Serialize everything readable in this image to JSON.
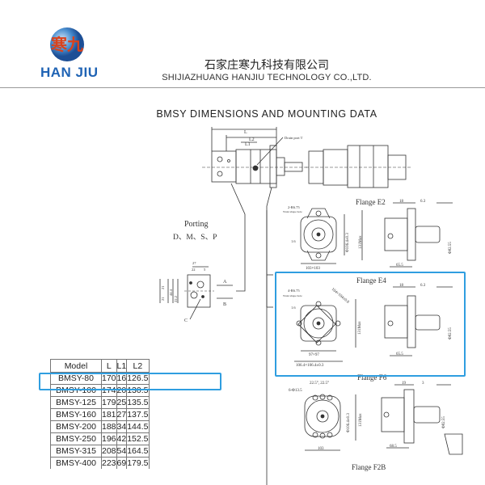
{
  "header": {
    "logo_text": "HAN JIU",
    "logo_glyph": "寒九",
    "company_cn": "石家庄寒九科技有限公司",
    "company_en": "SHIJIAZHUANG HANJIU TECHNOLOGY CO.,LTD."
  },
  "doc_title": "BMSY  DIMENSIONS AND MOUNTING DATA",
  "drawing": {
    "dim_L": "L",
    "dim_L2": "L2",
    "dim_L1": "L1",
    "drain_port": "Drain port T",
    "porting_title": "Porting",
    "porting_types": "D、M、S、P",
    "port_a": "A",
    "port_b": "B",
    "port_c": "C",
    "port_dims": [
      "27",
      "22",
      "5",
      "21",
      "21",
      "44.4",
      "22.2"
    ]
  },
  "flanges": {
    "e2": {
      "title": "Flange  E2",
      "hole": "2-R6.75",
      "hole_note": "Waist shape hole",
      "dim_16": "1.6",
      "dia": "Φ106.4±0.3",
      "max": "131Max",
      "square": "103×103",
      "d18": "18",
      "d63": "6.3",
      "shaft": "Φ82.55",
      "d655": "65.5"
    },
    "e4": {
      "title": "Flange  E4",
      "hole": "4-R6.75",
      "hole_note": "Waist shape hole",
      "dim_16": "1.6",
      "diag": "104×104±0.8",
      "max": "131Max",
      "square": "97×97",
      "bolt": "106.4×106.4±0.3",
      "d18": "18",
      "d63": "6.3",
      "shaft": "Φ82.55",
      "d655": "65.5"
    },
    "f6": {
      "title": "Flange  F6",
      "holes": "6-Φ13.5",
      "angle": "22.5°, 22.5°",
      "dia": "Φ106.4±0.3",
      "max": "131Max",
      "width": "103",
      "d19": "19",
      "d3": "3",
      "shaft": "Φ82.55",
      "d685": "68.5"
    },
    "next_title": "Flange  F2B"
  },
  "table": {
    "headers": [
      "Model",
      "L",
      "L1",
      "L2"
    ],
    "rows": [
      [
        "BMSY-80",
        "170",
        "16",
        "126.5"
      ],
      [
        "BMSY-100",
        "174",
        "20",
        "130.5"
      ],
      [
        "BMSY-125",
        "179",
        "25",
        "135.5"
      ],
      [
        "BMSY-160",
        "181",
        "27",
        "137.5"
      ],
      [
        "BMSY-200",
        "188",
        "34",
        "144.5"
      ],
      [
        "BMSY-250",
        "196",
        "42",
        "152.5"
      ],
      [
        "BMSY-315",
        "208",
        "54",
        "164.5"
      ],
      [
        "BMSY-400",
        "223",
        "69",
        "179.5"
      ]
    ],
    "highlighted_row": "BMSY-80"
  },
  "colors": {
    "brand": "#1f63b4",
    "highlight": "#2f9ee0",
    "logo_glyph": "#d9421c"
  }
}
